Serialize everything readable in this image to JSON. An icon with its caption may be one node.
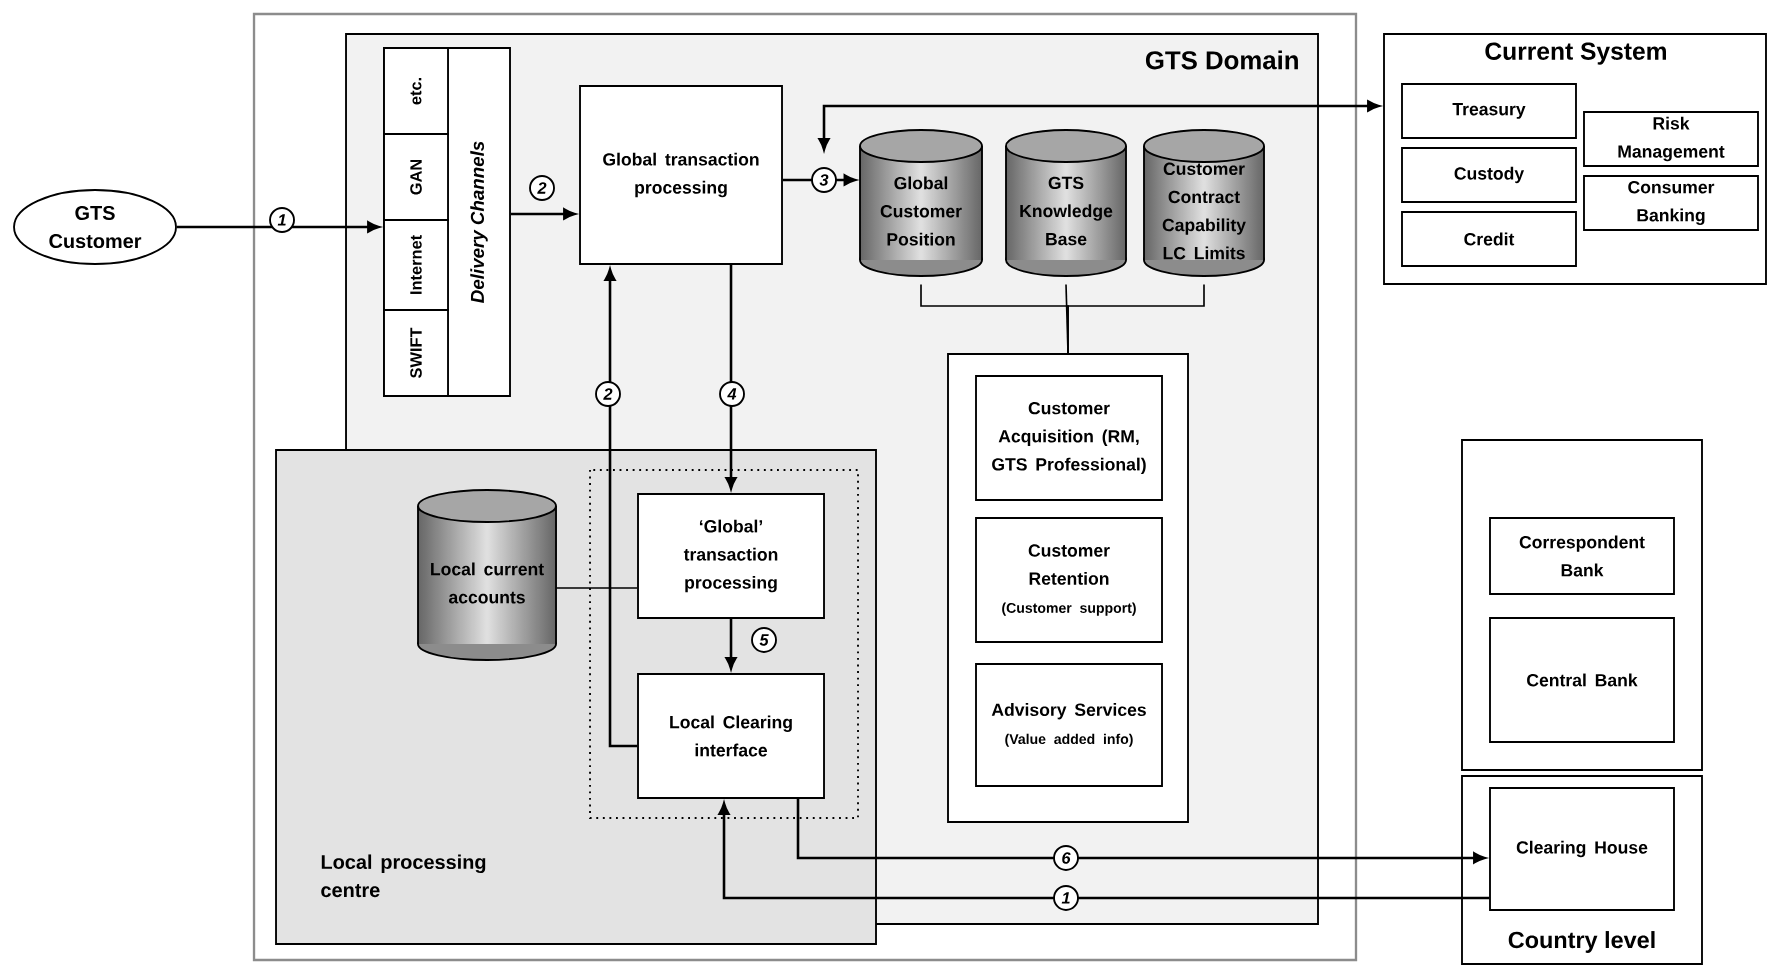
{
  "diagram": {
    "nodes": [
      {
        "text": [
          "GTS Customer"
        ]
      },
      {
        "text": [
          "GTS Domain"
        ]
      },
      {
        "text": [
          "Delivery Channels"
        ],
        "in": 1
      },
      {
        "text": [
          "etc."
        ],
        "in": 2
      },
      {
        "text": [
          "GAN"
        ],
        "in": 2
      },
      {
        "text": [
          "Internet"
        ],
        "in": 2
      },
      {
        "text": [
          "SWIFT"
        ],
        "in": 2
      },
      {
        "text": [
          "Global transaction processing"
        ],
        "in": 1
      },
      {
        "text": [
          "Global Customer Position"
        ],
        "in": 1
      },
      {
        "text": [
          "GTS Knowledge Base"
        ],
        "in": 1
      },
      {
        "text": [
          "Customer Contract Capability LC Limits"
        ],
        "in": 1
      },
      {
        "text": [],
        "shape": "box",
        "in": 1
      },
      {
        "text": [
          "Customer Acquisition (RM, GTS Professional)"
        ],
        "in": 11
      },
      {
        "text": [
          "Customer Retention",
          "(Customer support)"
        ],
        "in": 11
      },
      {
        "text": [
          "Advisory Services",
          "(Value added info)"
        ],
        "in": 11
      },
      {
        "text": [
          "Local processing centre"
        ]
      },
      {
        "text": [
          "Local current accounts"
        ],
        "in": 15
      },
      {
        "text": [
          "‘Global’ transaction processing"
        ],
        "in": 15
      },
      {
        "text": [
          "Local Clearing interface"
        ],
        "in": 15
      },
      {
        "text": [
          "Current System"
        ]
      },
      {
        "text": [
          "Treasury"
        ],
        "in": 19
      },
      {
        "text": [
          "Custody"
        ],
        "in": 19
      },
      {
        "text": [
          "Credit"
        ],
        "in": 19
      },
      {
        "text": [
          "Risk Management"
        ],
        "in": 19
      },
      {
        "text": [
          "Consumer Banking"
        ],
        "in": 19
      },
      {
        "text": [],
        "shape": "box"
      },
      {
        "text": [
          "Correspondent Bank"
        ],
        "in": 25
      },
      {
        "text": [
          "Central Bank"
        ],
        "in": 25
      },
      {
        "text": [
          "Country level"
        ]
      },
      {
        "text": [
          "Clearing House"
        ],
        "in": 28
      }
    ],
    "edges": [
      {
        "from": 0,
        "to": 2,
        "arrow": "to",
        "label": "1"
      },
      {
        "from": 2,
        "to": 7,
        "arrow": "to",
        "label": "2"
      },
      {
        "from": 7,
        "to": 8,
        "arrow": "to",
        "label": "3"
      },
      {
        "from": null,
        "to": 19,
        "arrow": "both"
      },
      {
        "from": 8,
        "to": 11,
        "arrow": "none"
      },
      {
        "from": 9,
        "to": 11,
        "arrow": "none"
      },
      {
        "from": 10,
        "to": 11,
        "arrow": "none"
      },
      {
        "from": 7,
        "to": 17,
        "arrow": "to",
        "label": "4"
      },
      {
        "from": 18,
        "to": 7,
        "arrow": "to",
        "label": "2"
      },
      {
        "from": 16,
        "to": 17,
        "arrow": "none"
      },
      {
        "from": 17,
        "to": 18,
        "arrow": "to",
        "label": "5"
      },
      {
        "from": 18,
        "to": 29,
        "arrow": "to",
        "label": "6"
      },
      {
        "from": 29,
        "to": 18,
        "arrow": "to",
        "label": "1"
      }
    ]
  }
}
